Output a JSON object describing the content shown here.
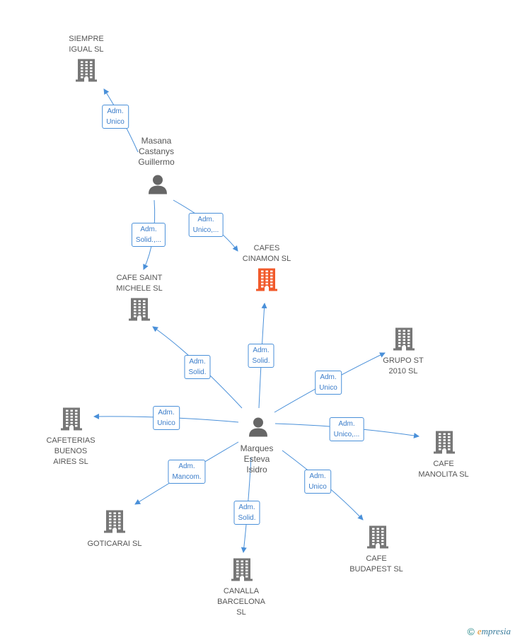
{
  "nodes": {
    "siempre": {
      "lines": [
        "SIEMPRE",
        "IGUAL SL"
      ]
    },
    "masana": {
      "lines": [
        "Masana",
        "Castanys",
        "Guillermo"
      ]
    },
    "cinamon": {
      "lines": [
        "CAFES",
        "CINAMON  SL"
      ]
    },
    "saint": {
      "lines": [
        "CAFE SAINT",
        "MICHELE  SL"
      ]
    },
    "grupo": {
      "lines": [
        "GRUPO ST",
        "2010 SL"
      ]
    },
    "cafeterias": {
      "lines": [
        "CAFETERIAS",
        "BUENOS",
        "AIRES SL"
      ]
    },
    "marques": {
      "lines": [
        "Marques",
        "Esteva",
        "Isidro"
      ]
    },
    "manolita": {
      "lines": [
        "CAFE",
        "MANOLITA SL"
      ]
    },
    "goticarai": {
      "lines": [
        "GOTICARAI  SL"
      ]
    },
    "budapest": {
      "lines": [
        "CAFE",
        "BUDAPEST SL"
      ]
    },
    "canalla": {
      "lines": [
        "CANALLA",
        "BARCELONA",
        "SL"
      ]
    }
  },
  "edges": {
    "masana_siempre": [
      "Adm.",
      "Unico"
    ],
    "masana_saint": [
      "Adm.",
      "Solid.,..."
    ],
    "masana_cinamon": [
      "Adm.",
      "Unico,..."
    ],
    "marques_cinamon": [
      "Adm.",
      "Solid."
    ],
    "marques_saint": [
      "Adm.",
      "Solid."
    ],
    "marques_grupo": [
      "Adm.",
      "Unico"
    ],
    "marques_cafeterias": [
      "Adm.",
      "Unico"
    ],
    "marques_manolita": [
      "Adm.",
      "Unico,..."
    ],
    "marques_goticarai": [
      "Adm.",
      "Mancom."
    ],
    "marques_budapest": [
      "Adm.",
      "Unico"
    ],
    "marques_canalla": [
      "Adm.",
      "Solid."
    ]
  },
  "footer": {
    "copyright": "©",
    "brand_initial": "e",
    "brand_rest": "mpresia"
  },
  "colors": {
    "edge": "#4a90d9",
    "company": "#777777",
    "focus_company": "#f15a2b",
    "person": "#666666"
  }
}
